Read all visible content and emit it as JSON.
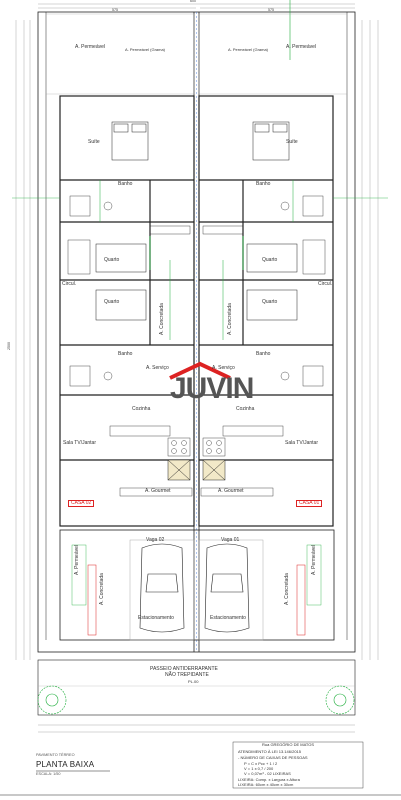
{
  "labels": {
    "area_permeavel_1": "A. Permeável",
    "area_permeavel_grama_left": "A. Permeável (Grama)",
    "area_permeavel_grama_right": "A. Permeável (Grama)",
    "area_permeavel_2": "A. Permeável",
    "suite_left": "Suíte",
    "suite_right": "Suíte",
    "banho_left": "Banho",
    "banho_right": "Banho",
    "quarto_1_left": "Quarto",
    "quarto_1_right": "Quarto",
    "quarto_2_left": "Quarto",
    "quarto_2_right": "Quarto",
    "circul_left": "Circul.",
    "circul_right": "Circul.",
    "concretada_left": "A. Concretada",
    "concretada_right": "A. Concretada",
    "banho2_left": "Banho",
    "banho2_right": "Banho",
    "servico_left": "A. Serviço",
    "servico_right": "A. Serviço",
    "cozinha_left": "Cozinha",
    "cozinha_right": "Cozinha",
    "sala_left": "Sala TV/Jantar",
    "sala_right": "Sala TV/Jantar",
    "gourmet_left": "A. Gourmet",
    "gourmet_right": "A. Gourmet",
    "casa_left": "CASA 02",
    "casa_right": "CASA 01",
    "vaga_left": "Vaga 02",
    "vaga_right": "Vaga 01",
    "estac_left": "Estacionamento",
    "estac_right": "Estacionamento",
    "permeavel_front_left": "A. Permeável",
    "concretada_front_left": "A. Concretada",
    "concretada_front_right": "A. Concretada",
    "permeavel_front_right": "A. Permeável",
    "passeio_1": "PASSEIO ANTIDERRAPANTE",
    "passeio_2": "NÃO TREPIDANTE",
    "passeio_3": "PL.00",
    "rua": "Rua GREGÓRIO DE MATOS",
    "dim_600": "600",
    "dim_575_l": "575",
    "dim_575_r": "575",
    "dim_2500": "2500"
  },
  "title_block": {
    "line1": "PAVIMENTO TÉRREO",
    "title": "PLANTA BAIXA",
    "scale": "ESCALA: 1/50"
  },
  "notes": {
    "l1": "ATENDIMENTO À LEI 13.146/2015",
    "l2": "- NÚMERO DE CAIXAS DE PESSOAS",
    "l3": "P = C x Pcc + 1 / 2",
    "l4": "V = 1 x 0,7 / 200",
    "l5": "V = 0,07m³ - 02 LIXEIRAS",
    "l6": "LIXEIRA: Comp. x Largura x Altura",
    "l7": "LIXEIRA: 60cm x 40cm x 30cm"
  },
  "logo": {
    "text": "JUVIN"
  },
  "colors": {
    "wall": "#222222",
    "green": "#1fae3c",
    "red": "#e23b3b",
    "dim": "#666666"
  }
}
